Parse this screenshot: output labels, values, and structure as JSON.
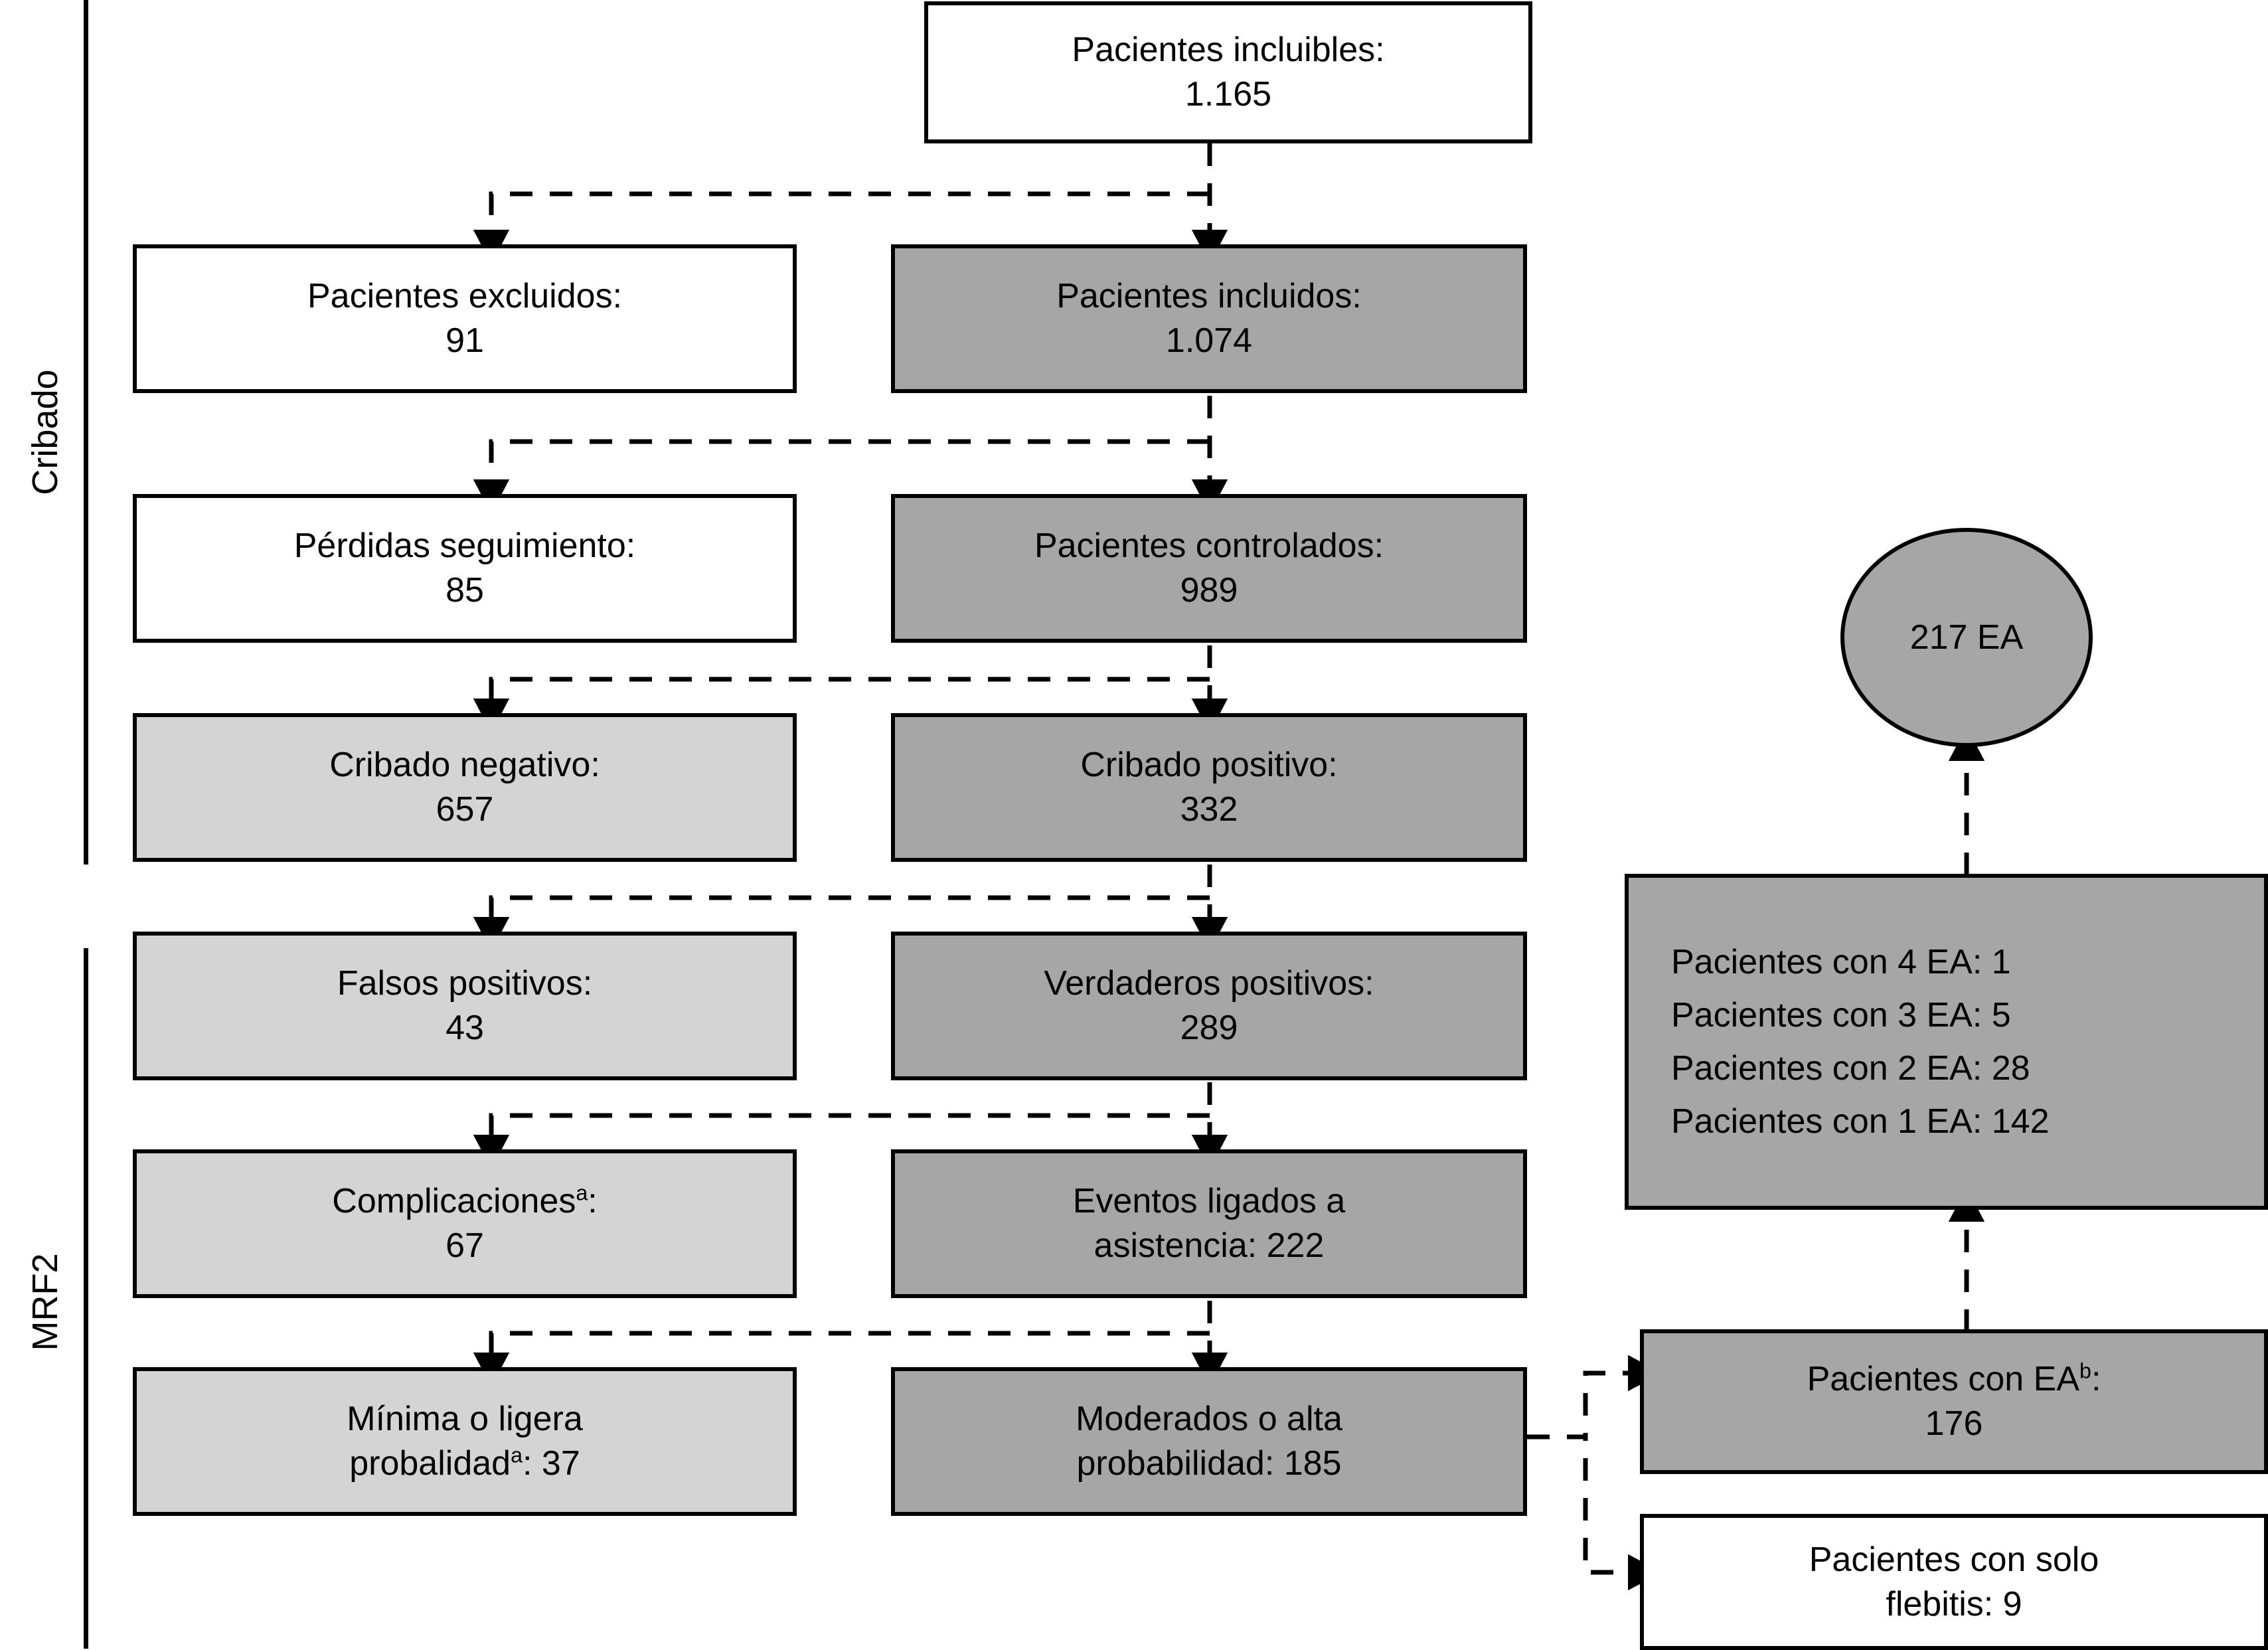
{
  "figure": {
    "type": "flowchart",
    "side_labels": [
      {
        "id": "cribado",
        "text": "Cribado"
      },
      {
        "id": "mrf2",
        "text": "MRF2"
      }
    ],
    "nodes": {
      "incluibles": {
        "line1": "Pacientes incluibles:",
        "line2": "1.165",
        "fill": "#ffffff",
        "value": 1165
      },
      "excluidos": {
        "line1": "Pacientes excluidos:",
        "line2": "91",
        "fill": "#ffffff",
        "value": 91
      },
      "incluidos": {
        "line1": "Pacientes incluidos:",
        "line2": "1.074",
        "fill": "#a6a6a6",
        "value": 1074
      },
      "perdidas": {
        "line1": "Pérdidas seguimiento:",
        "line2": "85",
        "fill": "#ffffff",
        "value": 85
      },
      "controlados": {
        "line1": "Pacientes controlados:",
        "line2": "989",
        "fill": "#a6a6a6",
        "value": 989
      },
      "cribneg": {
        "line1": "Cribado negativo:",
        "line2": "657",
        "fill": "#d4d4d4",
        "value": 657
      },
      "cribpos": {
        "line1": "Cribado positivo:",
        "line2": "332",
        "fill": "#a6a6a6",
        "value": 332
      },
      "falsospos": {
        "line1": "Falsos positivos:",
        "line2": "43",
        "fill": "#d4d4d4",
        "value": 43
      },
      "verdaderos": {
        "line1": "Verdaderos positivos:",
        "line2": "289",
        "fill": "#a6a6a6",
        "value": 289
      },
      "complicaciones": {
        "line1": "Complicaciones",
        "sup": "a",
        "line1_tail": ":",
        "line2": "67",
        "fill": "#d4d4d4",
        "value": 67
      },
      "eventos": {
        "line1": "Eventos ligados a",
        "line2": "asistencia: 222",
        "fill": "#a6a6a6",
        "value": 222
      },
      "minima": {
        "line1": "Mínima o ligera",
        "line2a": "probalidad",
        "sup": "a",
        "line2b": ": 37",
        "fill": "#d4d4d4",
        "value": 37
      },
      "moderados": {
        "line1": "Moderados o alta",
        "line2": "probabilidad: 185",
        "fill": "#a6a6a6",
        "value": 185
      },
      "pacientes_ea": {
        "line1a": "Pacientes con EA",
        "sup": "b",
        "line1b": ":",
        "line2": "176",
        "fill": "#a6a6a6",
        "value": 176
      },
      "flebitis": {
        "line1": "Pacientes con solo",
        "line2": "flebitis: 9",
        "fill": "#ffffff",
        "value": 9
      },
      "total_ea": {
        "text": "217 EA",
        "fill": "#a6a6a6",
        "value": 217
      }
    },
    "ea_breakdown": {
      "rows": [
        {
          "label": "Pacientes con 4 EA: 1",
          "ea_per_patient": 4,
          "patients": 1
        },
        {
          "label": "Pacientes con 3 EA: 5",
          "ea_per_patient": 3,
          "patients": 5
        },
        {
          "label": "Pacientes con 2 EA: 28",
          "ea_per_patient": 2,
          "patients": 28
        },
        {
          "label": "Pacientes con 1 EA: 142",
          "ea_per_patient": 1,
          "patients": 142
        }
      ],
      "fill": "#a6a6a6"
    },
    "colors": {
      "stroke": "#000000",
      "fill_white": "#ffffff",
      "fill_mid": "#a6a6a6",
      "fill_light": "#d4d4d4"
    }
  }
}
